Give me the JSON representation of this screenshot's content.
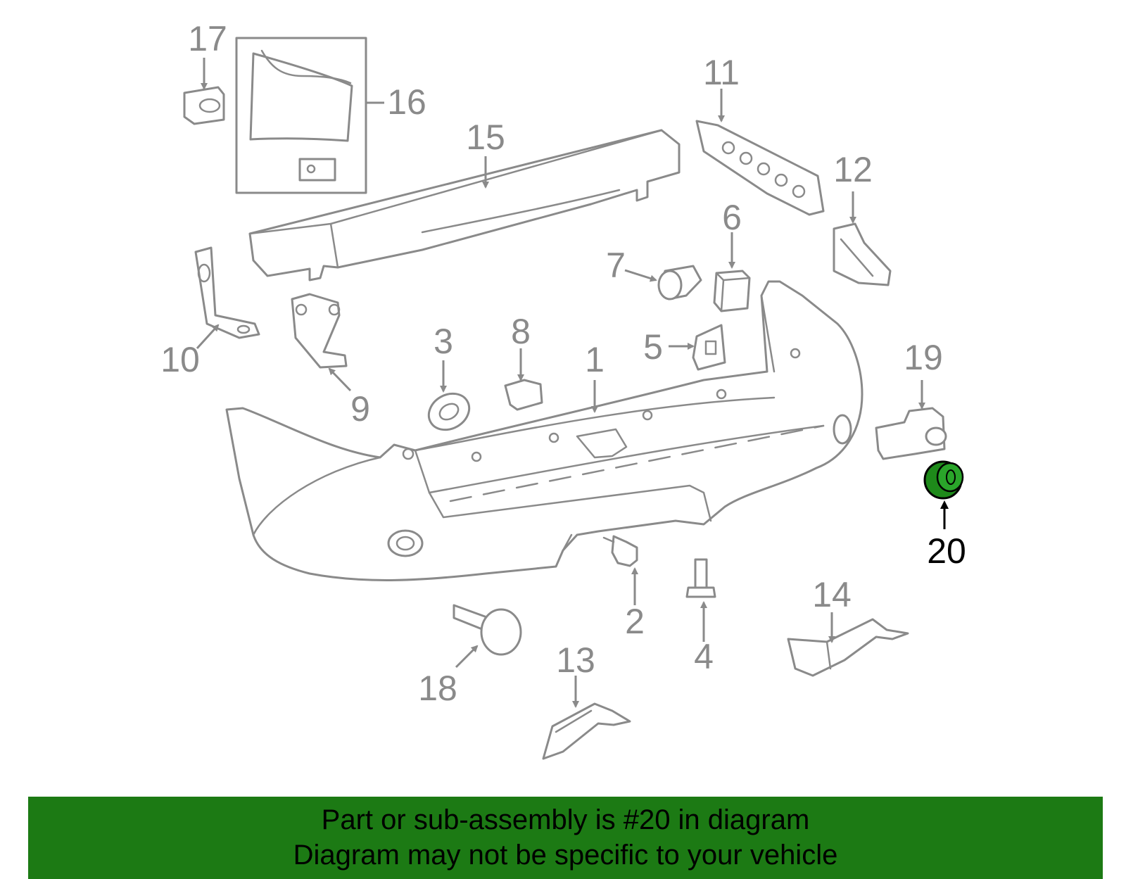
{
  "diagram": {
    "highlighted_part": "20",
    "colors": {
      "line": "#8a8a8a",
      "highlight_fill": "#1e8a1a",
      "highlight_stroke": "#000000",
      "banner": "#1c7a14"
    },
    "callouts": [
      {
        "id": "1",
        "label": "1"
      },
      {
        "id": "2",
        "label": "2"
      },
      {
        "id": "3",
        "label": "3"
      },
      {
        "id": "4",
        "label": "4"
      },
      {
        "id": "5",
        "label": "5"
      },
      {
        "id": "6",
        "label": "6"
      },
      {
        "id": "7",
        "label": "7"
      },
      {
        "id": "8",
        "label": "8"
      },
      {
        "id": "9",
        "label": "9"
      },
      {
        "id": "10",
        "label": "10"
      },
      {
        "id": "11",
        "label": "11"
      },
      {
        "id": "12",
        "label": "12"
      },
      {
        "id": "13",
        "label": "13"
      },
      {
        "id": "14",
        "label": "14"
      },
      {
        "id": "15",
        "label": "15"
      },
      {
        "id": "16",
        "label": "16"
      },
      {
        "id": "17",
        "label": "17"
      },
      {
        "id": "18",
        "label": "18"
      },
      {
        "id": "19",
        "label": "19"
      },
      {
        "id": "20",
        "label": "20"
      }
    ]
  },
  "banner": {
    "line1": "Part or sub-assembly is #20 in diagram",
    "line2": "Diagram may not be specific to your vehicle"
  }
}
